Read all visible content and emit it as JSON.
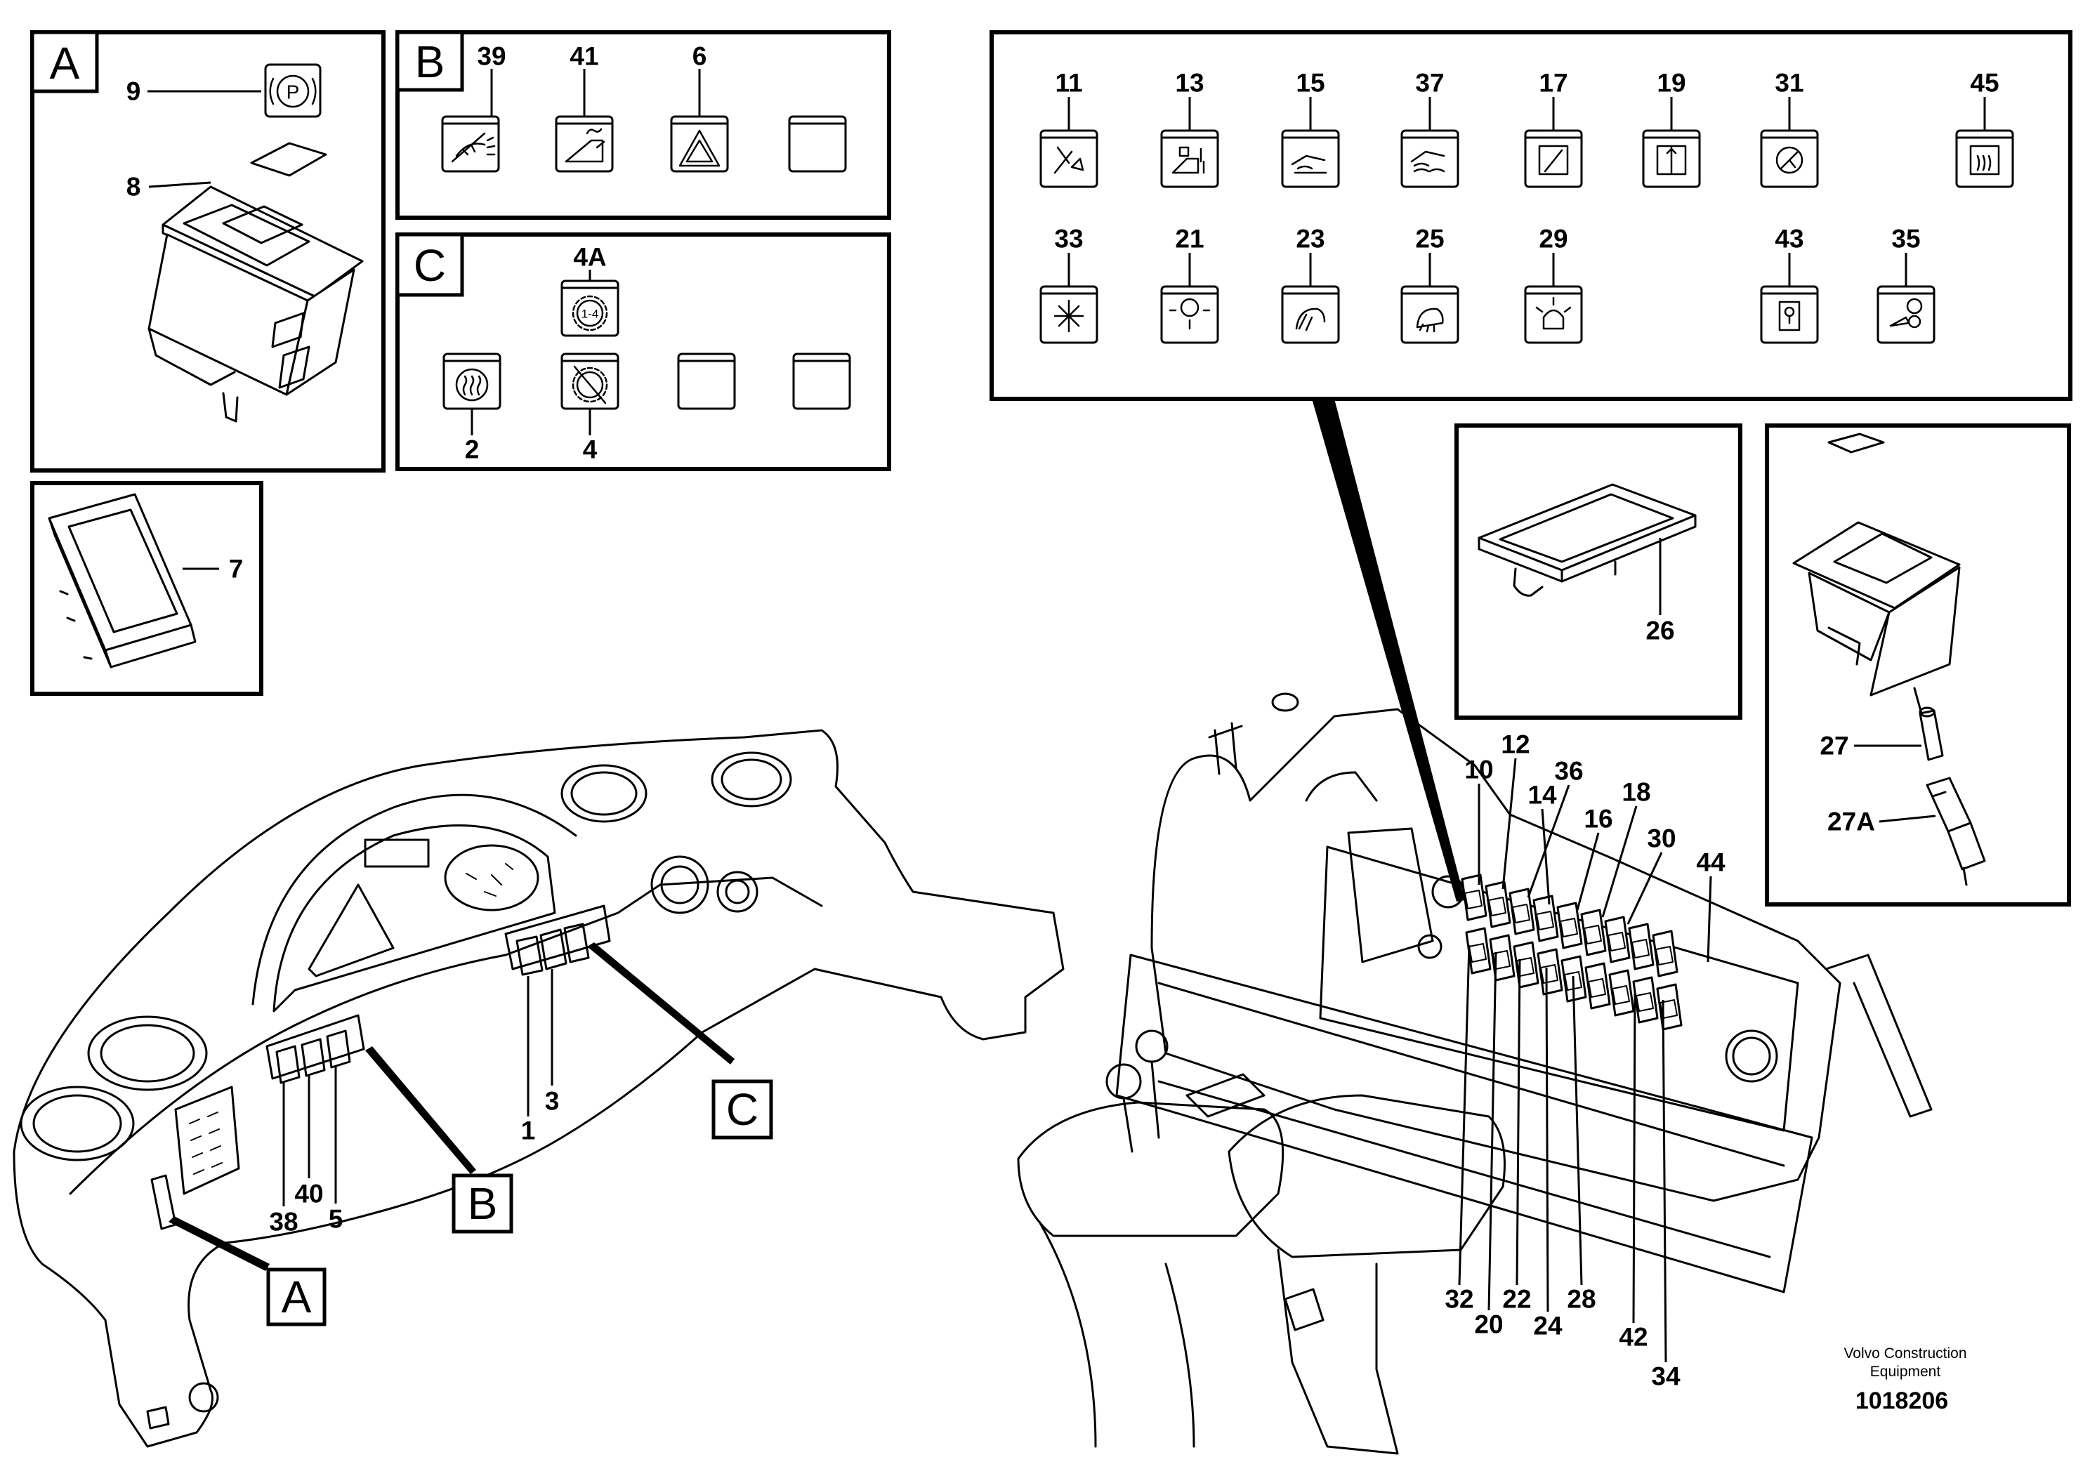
{
  "panels": {
    "a": {
      "tag": "A",
      "callouts": {
        "c9": "9",
        "c8": "8"
      }
    },
    "b": {
      "tag": "B",
      "callouts": {
        "c39": "39",
        "c41": "41",
        "c6": "6"
      }
    },
    "c": {
      "tag": "C",
      "callouts": {
        "c4a": "4A",
        "c2": "2",
        "c4": "4"
      },
      "gear_label": "1-4"
    },
    "sym": {
      "row1": [
        "11",
        "13",
        "15",
        "37",
        "17",
        "19",
        "31",
        "45"
      ],
      "row2": [
        "33",
        "21",
        "23",
        "25",
        "29",
        "43",
        "35"
      ]
    },
    "p7": {
      "callout": "7"
    },
    "p26": {
      "callout": "26"
    },
    "p27": {
      "c27": "27",
      "c27a": "27A"
    }
  },
  "dash": {
    "callouts": {
      "c1": "1",
      "c3": "3",
      "c38": "38",
      "c40": "40",
      "c5": "5"
    },
    "tags": {
      "b": "B",
      "c": "C",
      "a": "A"
    }
  },
  "console": {
    "top": [
      "10",
      "12",
      "36",
      "14",
      "16",
      "18",
      "30",
      "44"
    ],
    "bottom": [
      "32",
      "20",
      "22",
      "24",
      "28",
      "42",
      "34"
    ]
  },
  "footer": {
    "company": "Volvo Construction",
    "company2": "Equipment",
    "part_no": "1018206"
  }
}
